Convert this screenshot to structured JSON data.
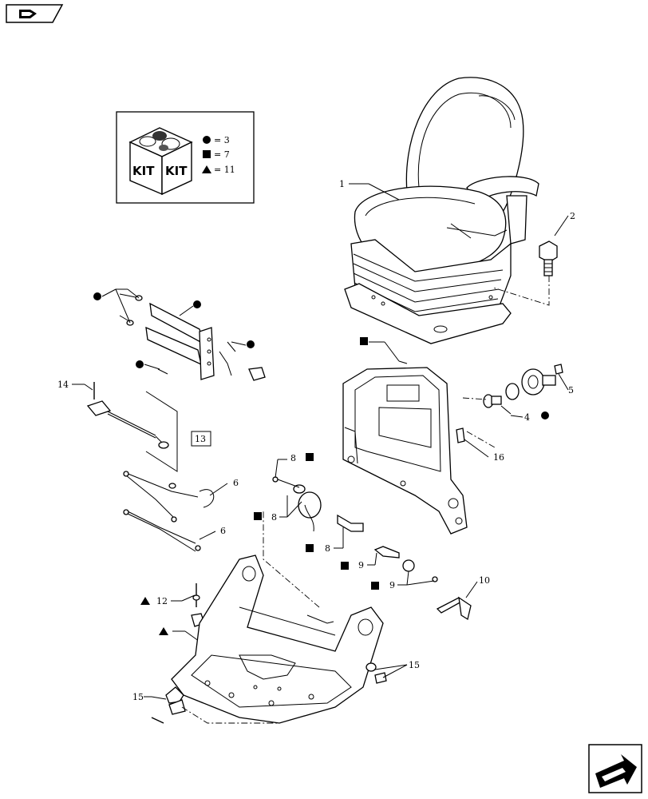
{
  "kit_legend": {
    "kit_word_left": "KIT",
    "kit_word_right": "KIT",
    "circle_qty": "= 3",
    "square_qty": "= 7",
    "triangle_qty": "= 11"
  },
  "callouts": {
    "c1": "1",
    "c2": "2",
    "c4": "4",
    "c5": "5",
    "c6a": "6",
    "c6b": "6",
    "c8a": "8",
    "c8b": "8",
    "c8c": "8",
    "c9a": "9",
    "c9b": "9",
    "c10": "10",
    "c12": "12",
    "c13": "13",
    "c14": "14",
    "c15a": "15",
    "c15b": "15",
    "c16": "16"
  },
  "icons": {
    "top_nav": "back-arrow-icon",
    "bottom_nav": "forward-arrow-icon"
  },
  "colors": {
    "ink": "#000000",
    "background": "#ffffff"
  }
}
